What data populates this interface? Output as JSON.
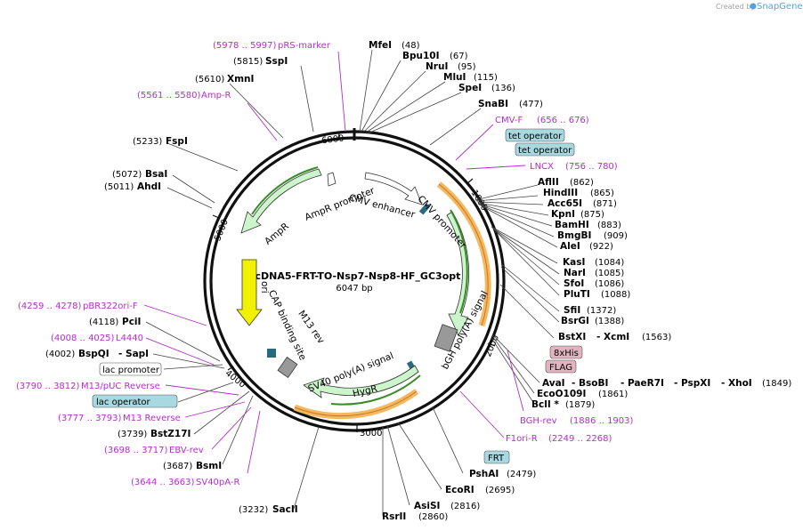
{
  "brand": {
    "created_by": "Created by",
    "name": "SnapGene"
  },
  "map": {
    "name": "pcDNA5-FRT-TO-Nsp7-Nsp8-HF_GC3opt",
    "length": "6047 bp"
  },
  "ticks": [
    "1000",
    "2000",
    "3000",
    "4000",
    "5000",
    "6000"
  ],
  "features": {
    "ampr_promoter": "AmpR promoter",
    "ampr": "AmpR",
    "cmv_enhancer": "CMV enhancer",
    "cmv_promoter": "CMV promoter",
    "ori": "ori",
    "cap_binding": "CAP binding site",
    "m13_rev": "M13 rev",
    "sv40": "SV40 poly(A) signal",
    "bgh": "bGH poly(A) signal",
    "hygr": "HygR"
  },
  "enzymes": {
    "mfei": "MfeI",
    "mfei_pos": "(48)",
    "bpu10i": "Bpu10I",
    "bpu10i_pos": "(67)",
    "nrui": "NruI",
    "nrui_pos": "(95)",
    "mlui": "MluI",
    "mlui_pos": "(115)",
    "spei": "SpeI",
    "spei_pos": "(136)",
    "snabi": "SnaBI",
    "snabi_pos": "(477)",
    "aflii": "AflII",
    "aflii_pos": "(862)",
    "hindiii": "HindIII",
    "hindiii_pos": "(865)",
    "acc65i": "Acc65I",
    "acc65i_pos": "(871)",
    "kpni": "KpnI",
    "kpni_pos": "(875)",
    "bamhi": "BamHI",
    "bamhi_pos": "(883)",
    "bmgbi": "BmgBI",
    "bmgbi_pos": "(909)",
    "alei": "AleI",
    "alei_pos": "(922)",
    "kasi": "KasI",
    "kasi_pos": "(1084)",
    "nari": "NarI",
    "nari_pos": "(1085)",
    "sfoi": "SfoI",
    "sfoi_pos": "(1086)",
    "pluti": "PluTI",
    "pluti_pos": "(1088)",
    "sfii": "SfiI",
    "sfii_pos": "(1372)",
    "bsrgi": "BsrGI",
    "bsrgi_pos": "(1388)",
    "bstxi": "BstXI",
    "xcmi": "- XcmI",
    "xcmi_pos": "(1563)",
    "avai": "AvaI",
    "bsobi": "- BsoBI",
    "paer7i": "- PaeR7I",
    "pspxi": "- PspXI",
    "xhoi": "- XhoI",
    "xhoi_pos": "(1849)",
    "ecoo109i": "EcoO109I",
    "ecoo109i_pos": "(1861)",
    "bcli": "BclI *",
    "bcli_pos": "(1879)",
    "phsai": "PshAI",
    "phsai_pos": "(2479)",
    "ecori": "EcoRI",
    "ecori_pos": "(2695)",
    "asisi": "AsiSI",
    "asisi_pos": "(2816)",
    "rsrii": "RsrII",
    "rsrii_pos": "(2860)",
    "sacii": "SacII",
    "sacii_pos": "(3232)",
    "bsmi": "BsmI",
    "bsmi_pos": "(3687)",
    "bstz17i": "BstZ17I",
    "bstz17i_pos": "(3739)",
    "bspqi": "BspQI",
    "sapi": "- SapI",
    "sapi_pos": "(4002)",
    "pcii": "PciI",
    "pcii_pos": "(4118)",
    "ahdi": "AhdI",
    "ahdi_pos": "(5011)",
    "bsai": "BsaI",
    "bsai_pos": "(5072)",
    "fspi": "FspI",
    "fspi_pos": "(5233)",
    "xmni": "XmnI",
    "xmni_pos": "(5610)",
    "sspi": "SspI",
    "sspi_pos": "(5815)"
  },
  "primers": {
    "prs_marker": "pRS-marker",
    "prs_marker_pos": "(5978 .. 5997)",
    "amp_r": "Amp-R",
    "amp_r_pos": "(5561 .. 5580)",
    "cmv_f": "CMV-F",
    "cmv_f_pos": "(656 .. 676)",
    "lncx": "LNCX",
    "lncx_pos": "(756 .. 780)",
    "bgh_rev": "BGH-rev",
    "bgh_rev_pos": "(1886 .. 1903)",
    "f1ori_r": "F1ori-R",
    "f1ori_r_pos": "(2249 .. 2268)",
    "pbr322ori": "pBR322ori-F",
    "pbr322ori_pos": "(4259 .. 4278)",
    "l4440": "L4440",
    "l4440_pos": "(4008 .. 4025)",
    "m13puc": "M13/pUC Reverse",
    "m13puc_pos": "(3790 .. 3812)",
    "m13rev": "M13 Reverse",
    "m13rev_pos": "(3777 .. 3793)",
    "ebvrev": "EBV-rev",
    "ebvrev_pos": "(3698 .. 3717)",
    "sv40pa": "SV40pA-R",
    "sv40pa_pos": "(3644 .. 3663)"
  },
  "boxes": {
    "tet1": "tet operator",
    "tet2": "tet operator",
    "his": "8xHis",
    "flag": "FLAG",
    "frt": "FRT",
    "lac_promoter": "lac promoter",
    "lac_operator": "lac operator"
  },
  "colors": {
    "teal_box": "#a8d8e0",
    "pink_box": "#e0b4c0",
    "arrow_green": "#ccf5cc",
    "orange_band": "#f5b860",
    "ori_yellow": "#f2f200",
    "primer_purple": "#b030c8"
  }
}
